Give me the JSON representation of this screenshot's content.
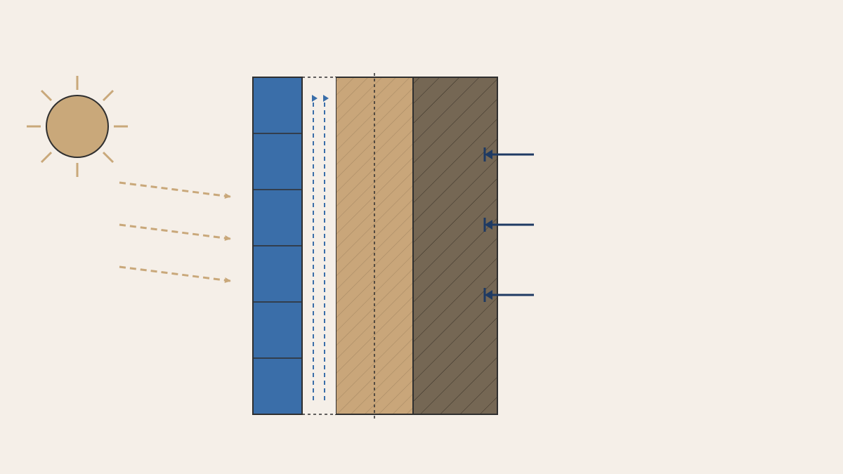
{
  "colors": {
    "background": "#f5efe8",
    "sun": "#c9a87a",
    "outline": "#2f2f2f",
    "panel": "#3a6ea9",
    "cavity": "#f5efe8",
    "insulation": "#c9a67a",
    "insulation_hatch": "#a88a64",
    "masonry": "#756754",
    "masonry_hatch": "#3a3228",
    "airflow": "#3a6ea9",
    "heat_arrow": "#1e3a63",
    "light_ray": "#c9a87a"
  },
  "icons": {
    "sun": "sun-icon",
    "airflow": "airflow-arrow-icon",
    "solar_rays": "solar-ray-arrow-icon",
    "heat_flow": "heat-flow-arrow-icon"
  },
  "diagram": {
    "layers": [
      "facade-panels",
      "ventilated-air-cavity",
      "insulation",
      "masonry-wall"
    ],
    "panel_count": 6,
    "airflow_arrow_count": 2,
    "solar_ray_count": 3,
    "heat_arrow_count": 3
  }
}
